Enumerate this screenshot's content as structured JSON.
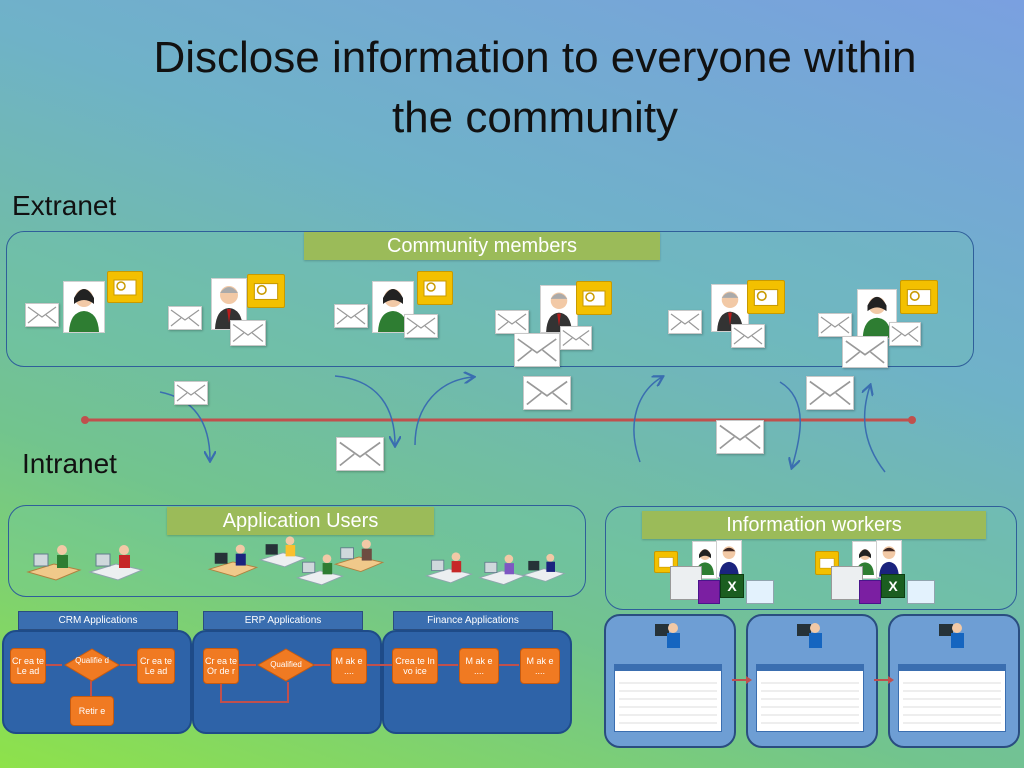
{
  "title": "Disclose information to everyone within\nthe community",
  "extranet_label": "Extranet",
  "intranet_label": "Intranet",
  "community_banner": "Community members",
  "app_users_banner": "Application  Users",
  "info_workers_banner": "Information workers",
  "apps": [
    {
      "name": "CRM Applications",
      "steps": [
        "Create Lead",
        "Qualified",
        "Create Lead",
        "Retire"
      ]
    },
    {
      "name": "ERP Applications",
      "steps": [
        "Create Order",
        "Qualified",
        "Make ...."
      ]
    },
    {
      "name": "Finance Applications",
      "steps": [
        "Create Invoice",
        "Make ....",
        "Make ...."
      ]
    }
  ],
  "steps_display": {
    "crm_create1": "Cr ea te Le ad",
    "crm_qualified": "Qualifie d",
    "crm_create2": "Cr ea te Le ad",
    "crm_retire": "Retir e",
    "erp_create": "Cr ea te Or de r",
    "erp_qualified": "Qualified",
    "erp_make": "M ak e ....",
    "fin_create": "Crea te Invo ice",
    "fin_make1": "M ak e ....",
    "fin_make2": "M ak e ...."
  },
  "colors": {
    "banner": "#9bbb59",
    "panel_border": "#2f5f9a",
    "step": "#f07a22",
    "flow_box": "#2e63a8",
    "bus_line": "#c0504d",
    "arrow": "#3a6eb0"
  },
  "icons": [
    "envelope-icon",
    "person-icon",
    "outlook-icon",
    "desktop-user-icon",
    "excel-icon",
    "onenote-icon",
    "computer-user-icon"
  ]
}
